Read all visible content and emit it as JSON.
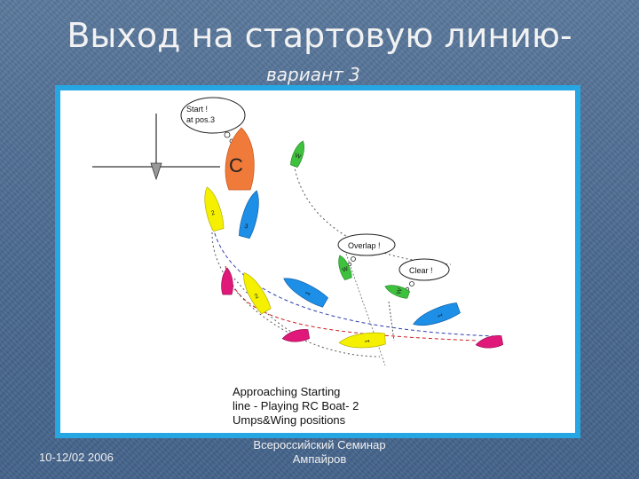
{
  "slide": {
    "title": "Выход на стартовую линию-",
    "subtitle": "вариант 3"
  },
  "diagram": {
    "bubbles": {
      "start_line1": "Start !",
      "start_line2": "at pos.3",
      "overlap": "Overlap !",
      "clear": "Clear !"
    },
    "rc_boat_label": "C",
    "boat_labels": {
      "wing": "W",
      "umpire1": "1",
      "umpire2": "2",
      "umpire3": "3"
    },
    "caption": [
      "Approaching Starting",
      "line - Playing RC Boat- 2",
      "Umps&Wing positions"
    ],
    "colors": {
      "rc_boat": "#f07a3a",
      "wing": "#3ec23e",
      "blue_boat": "#1e8fe6",
      "yellow_boat": "#f4f000",
      "magenta_boat": "#e0187a",
      "frame": "#26a7e3"
    }
  },
  "footer": {
    "date": "10-12/02 2006",
    "center_line1": "Всероссийский Семинар",
    "center_line2": "Ампайров"
  }
}
